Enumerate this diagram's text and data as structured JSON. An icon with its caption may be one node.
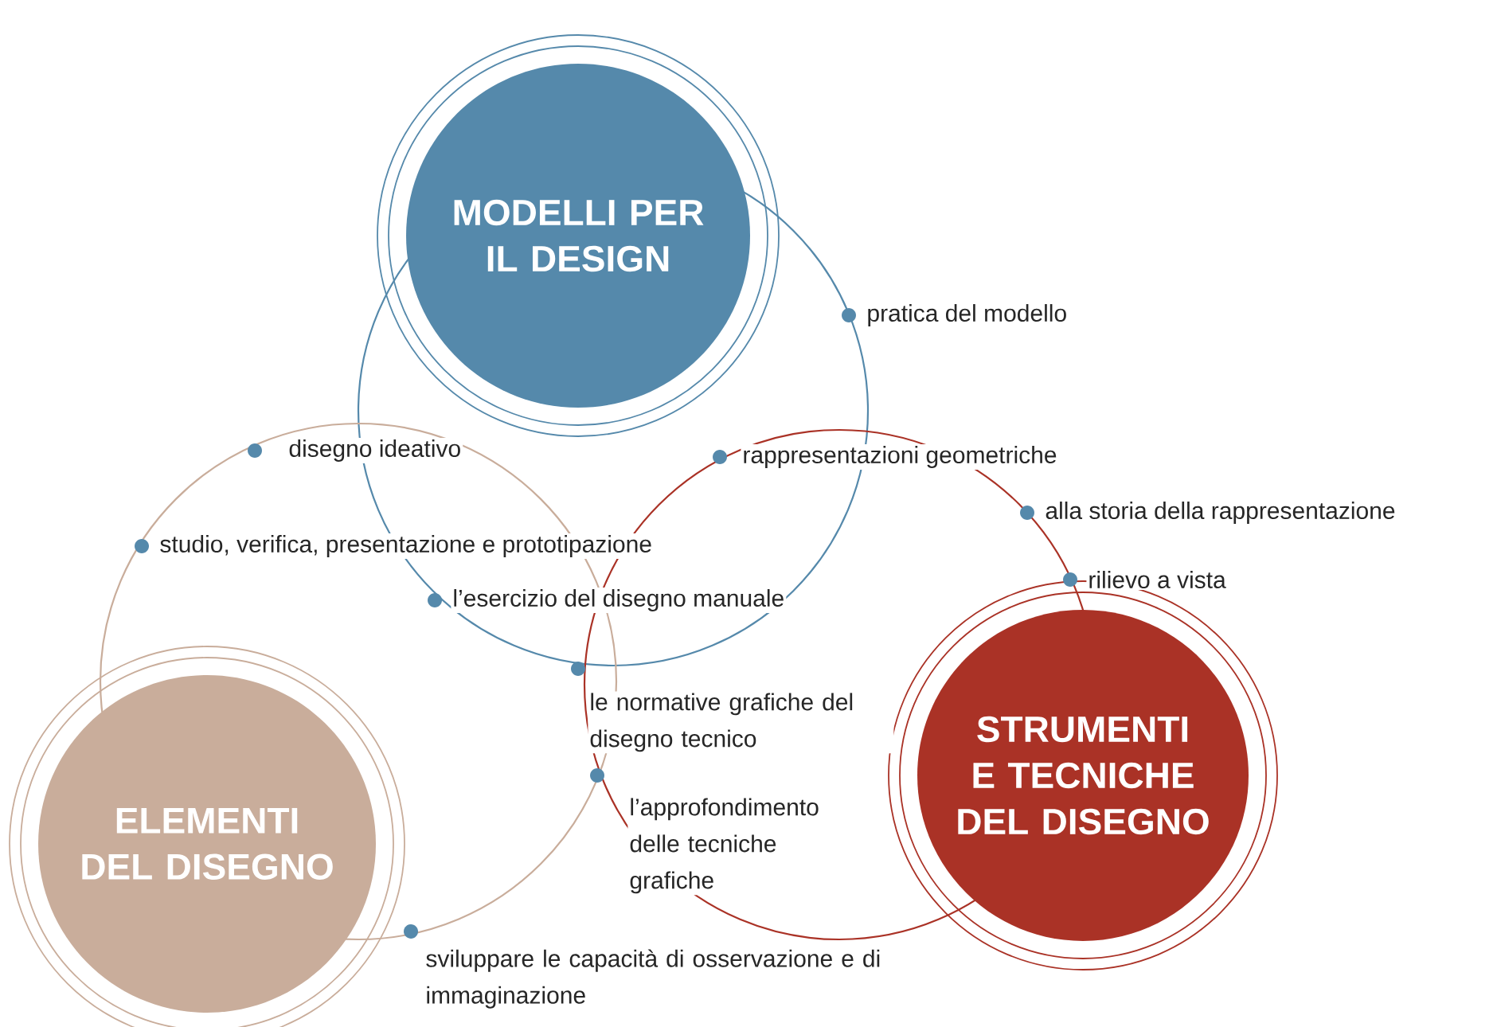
{
  "diagram": {
    "nodes": [
      {
        "text": [
          "MODELLI PER IL DESIGN"
        ]
      },
      {
        "text": [
          "ELEMENTI DEL DISEGNO"
        ]
      },
      {
        "text": [
          "STRUMENTI E TECNICHE DEL DISEGNO"
        ]
      }
    ],
    "labels": [
      "pratica del modello",
      "disegno ideativo",
      "rappresentazioni geometriche",
      "alla storia della rappresentazione",
      "studio, verifica, presentazione e prototipazione",
      "rilievo a vista",
      "l’esercizio del disegno manuale",
      "le normative grafiche del disegno tecnico",
      "l’approfondimento delle tecniche grafiche",
      "sviluppare le capacità di osservazione e di immaginazione"
    ]
  }
}
